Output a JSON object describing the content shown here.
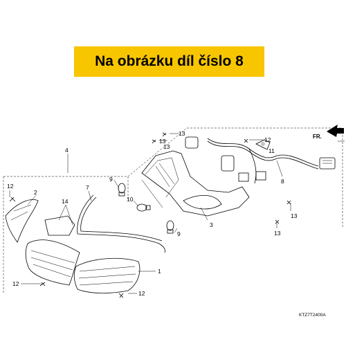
{
  "banner": {
    "text": "Na obrázku díl číslo 8"
  },
  "diagram": {
    "direction_label": "FR.",
    "drawing_code": "KTZ7T2400A",
    "callouts": [
      "1",
      "2",
      "3",
      "4",
      "7",
      "8",
      "9",
      "9",
      "10",
      "11",
      "12",
      "12",
      "12",
      "12",
      "13",
      "13",
      "13",
      "13",
      "13",
      "14"
    ]
  }
}
